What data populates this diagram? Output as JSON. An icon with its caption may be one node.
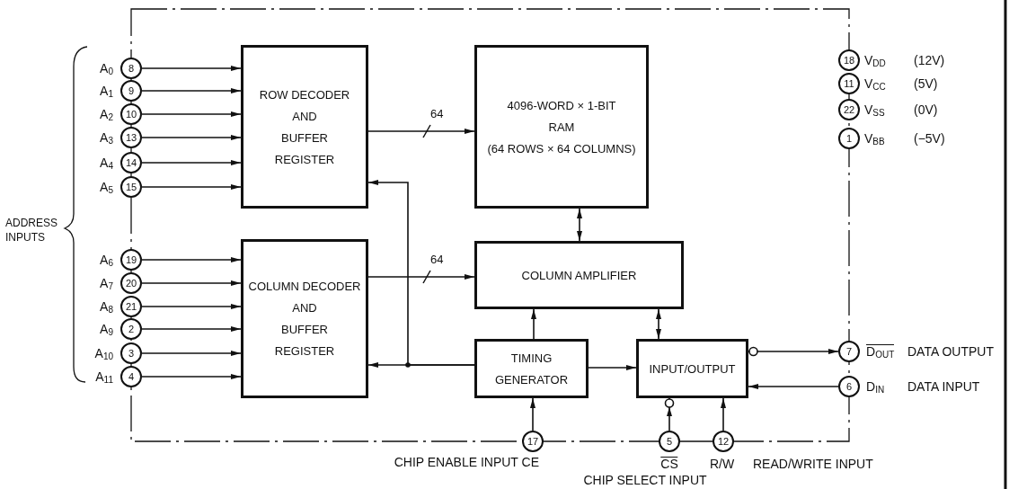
{
  "diagram": {
    "nodes": [
      {
        "text": [
          "ROW DECODER",
          "AND",
          "BUFFER",
          "REGISTER"
        ]
      },
      {
        "text": [
          "4096-WORD × 1-BIT",
          "RAM",
          "(64 ROWS × 64 COLUMNS)"
        ]
      },
      {
        "text": [
          "COLUMN DECODER",
          "AND",
          "BUFFER",
          "REGISTER"
        ]
      },
      {
        "text": [
          "COLUMN AMPLIFIER"
        ]
      },
      {
        "text": [
          "TIMING",
          "GENERATOR"
        ]
      },
      {
        "text": [
          "INPUT/OUTPUT"
        ]
      },
      {
        "text": [
          "8"
        ],
        "beside": [
          "A$_{0}$"
        ]
      },
      {
        "text": [
          "9"
        ],
        "beside": [
          "A$_{1}$"
        ]
      },
      {
        "text": [
          "10"
        ],
        "beside": [
          "A$_{2}$"
        ]
      },
      {
        "text": [
          "13"
        ],
        "beside": [
          "A$_{3}$"
        ]
      },
      {
        "text": [
          "14"
        ],
        "beside": [
          "A$_{4}$"
        ]
      },
      {
        "text": [
          "15"
        ],
        "beside": [
          "A$_{5}$"
        ]
      },
      {
        "text": [
          "19"
        ],
        "beside": [
          "A$_{6}$"
        ]
      },
      {
        "text": [
          "20"
        ],
        "beside": [
          "A$_{7}$"
        ]
      },
      {
        "text": [
          "21"
        ],
        "beside": [
          "A$_{8}$"
        ]
      },
      {
        "text": [
          "2"
        ],
        "beside": [
          "A$_{9}$"
        ]
      },
      {
        "text": [
          "3"
        ],
        "beside": [
          "A$_{10}$"
        ]
      },
      {
        "text": [
          "4"
        ],
        "beside": [
          "A$_{11}$"
        ]
      },
      {
        "text": [
          "18"
        ],
        "beside": [
          "V$_{DD}$",
          "(12V)"
        ]
      },
      {
        "text": [
          "11"
        ],
        "beside": [
          "V$_{CC}$",
          "(5V)"
        ]
      },
      {
        "text": [
          "22"
        ],
        "beside": [
          "V$_{SS}$",
          "(0V)"
        ]
      },
      {
        "text": [
          "1"
        ],
        "beside": [
          "V$_{BB}$",
          "(−5V)"
        ]
      },
      {
        "text": [
          "7"
        ],
        "beside": [
          "D$_{OUT}$",
          "DATA OUTPUT"
        ]
      },
      {
        "text": [
          "6"
        ],
        "beside": [
          "D$_{IN}$",
          "DATA INPUT"
        ]
      },
      {
        "text": [
          "17"
        ],
        "beside": [
          "CHIP ENABLE INPUT CE"
        ]
      },
      {
        "text": [
          "5"
        ],
        "beside": [
          "CS",
          "CHIP SELECT INPUT"
        ]
      },
      {
        "text": [
          "12"
        ],
        "beside": [
          "R/W",
          "READ/WRITE INPUT"
        ]
      }
    ],
    "edges": [
      {
        "from": 6,
        "to": 0,
        "arrow": "to"
      },
      {
        "from": 7,
        "to": 0,
        "arrow": "to"
      },
      {
        "from": 8,
        "to": 0,
        "arrow": "to"
      },
      {
        "from": 9,
        "to": 0,
        "arrow": "to"
      },
      {
        "from": 10,
        "to": 0,
        "arrow": "to"
      },
      {
        "from": 11,
        "to": 0,
        "arrow": "to"
      },
      {
        "from": 12,
        "to": 2,
        "arrow": "to"
      },
      {
        "from": 13,
        "to": 2,
        "arrow": "to"
      },
      {
        "from": 14,
        "to": 2,
        "arrow": "to"
      },
      {
        "from": 15,
        "to": 2,
        "arrow": "to"
      },
      {
        "from": 16,
        "to": 2,
        "arrow": "to"
      },
      {
        "from": 17,
        "to": 2,
        "arrow": "to"
      },
      {
        "from": 0,
        "to": 1,
        "arrow": "to",
        "label": "64"
      },
      {
        "from": 2,
        "to": 3,
        "arrow": "to",
        "label": "64"
      },
      {
        "from": 1,
        "to": 3,
        "arrow": "both"
      },
      {
        "from": 4,
        "to": 3,
        "arrow": "to"
      },
      {
        "from": 3,
        "to": 5,
        "arrow": "both"
      },
      {
        "from": 4,
        "to": 5,
        "arrow": "to"
      },
      {
        "from": 4,
        "to": 2,
        "arrow": "to"
      },
      {
        "from": 4,
        "to": 0,
        "arrow": "to"
      },
      {
        "from": 5,
        "to": 22,
        "arrow": "to"
      },
      {
        "from": 23,
        "to": 5,
        "arrow": "to"
      },
      {
        "from": 24,
        "to": 4,
        "arrow": "to"
      },
      {
        "from": 25,
        "to": 5,
        "arrow": "to"
      },
      {
        "from": 26,
        "to": 5,
        "arrow": "to"
      }
    ],
    "labels": [
      "ADDRESS INPUTS"
    ]
  }
}
